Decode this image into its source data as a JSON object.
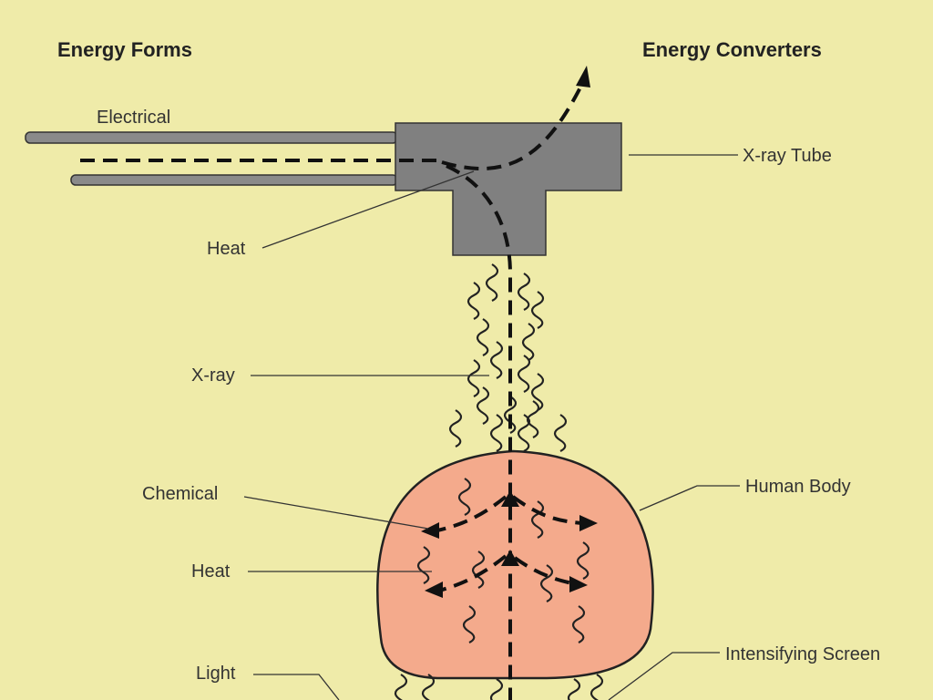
{
  "headers": {
    "left": "Energy Forms",
    "right": "Energy Converters"
  },
  "labels": {
    "electrical": "Electrical",
    "heat_tube": "Heat",
    "xray": "X-ray",
    "chemical": "Chemical",
    "heat_body": "Heat",
    "light": "Light",
    "xray_tube": "X-ray Tube",
    "human_body": "Human Body",
    "intensifying_screen": "Intensifying Screen"
  },
  "colors": {
    "background": "#efeba9",
    "tube": "#808080",
    "body": "#f4aa8c",
    "ink": "#222222"
  }
}
